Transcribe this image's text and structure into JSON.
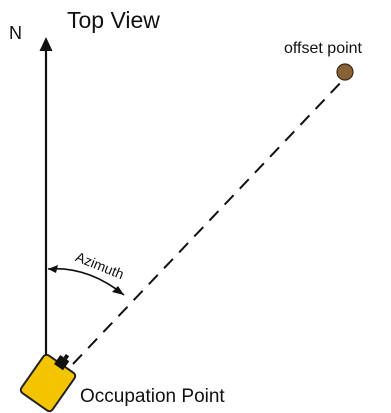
{
  "diagram": {
    "title": "Top View",
    "north_label": "N",
    "offset_label": "offset point",
    "azimuth_label": "Azimuth",
    "occupation_label": "Occupation Point"
  },
  "icons": {
    "instrument": "instrument-icon",
    "offset_marker": "circle-icon",
    "north_arrow": "arrow-up-icon"
  },
  "colors": {
    "line": "#111111",
    "dash": "#111111",
    "instrument_fill": "#f5c400",
    "instrument_stroke": "#222222",
    "offset_point": "#8a6135"
  }
}
